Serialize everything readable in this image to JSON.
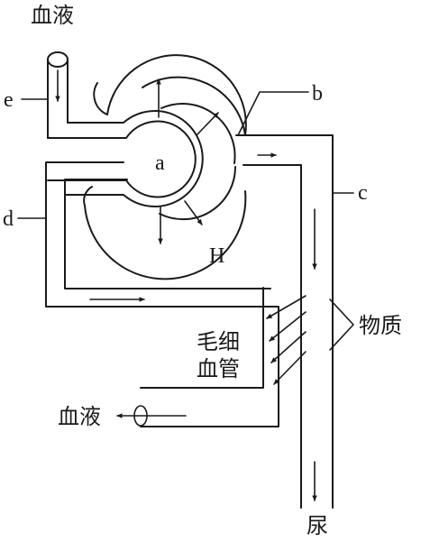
{
  "labels": {
    "blood_in": "血液",
    "blood_out": "血液",
    "urine": "尿",
    "substance": "物质",
    "capillary_line1": "毛细",
    "capillary_line2": "血管",
    "a": "a",
    "b": "b",
    "c": "c",
    "d": "d",
    "e": "e",
    "h": "H"
  }
}
